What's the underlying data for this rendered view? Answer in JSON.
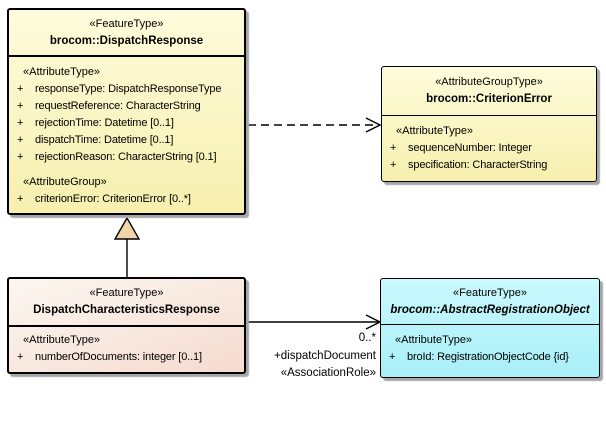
{
  "classes": {
    "dispatch_response": {
      "stereotype": "«FeatureType»",
      "name": "brocom::DispatchResponse",
      "sections": [
        {
          "label": "«AttributeType»",
          "attributes": [
            {
              "vis": "+",
              "text": "responseType: DispatchResponseType"
            },
            {
              "vis": "+",
              "text": "requestReference: CharacterString"
            },
            {
              "vis": "+",
              "text": "rejectionTime: Datetime [0..1]"
            },
            {
              "vis": "+",
              "text": "rejectionReason: CharacterString [0.1]"
            },
            {
              "vis": "+",
              "text": "dispatchTime: Datetime [0..1]"
            }
          ]
        },
        {
          "label": "«AttributeGroup»",
          "attributes": [
            {
              "vis": "+",
              "text": "criterionError: CriterionError [0..*]"
            }
          ]
        }
      ]
    },
    "criterion_error": {
      "stereotype": "«AttributeGroupType»",
      "name": "brocom::CriterionError",
      "sections": [
        {
          "label": "«AttributeType»",
          "attributes": [
            {
              "vis": "+",
              "text": "sequenceNumber: Integer"
            },
            {
              "vis": "+",
              "text": "specification: CharacterString"
            }
          ]
        }
      ]
    },
    "dispatch_characteristics_response": {
      "stereotype": "«FeatureType»",
      "name": "DispatchCharacteristicsResponse",
      "sections": [
        {
          "label": "«AttributeType»",
          "attributes": [
            {
              "vis": "+",
              "text": "numberOfDocuments: integer [0..1]"
            }
          ]
        }
      ]
    },
    "abstract_registration_object": {
      "stereotype": "«FeatureType»",
      "name": "brocom::AbstractRegistrationObject",
      "sections": [
        {
          "label": "«AttributeType»",
          "attributes": [
            {
              "vis": "+",
              "text": "broId: RegistrationObjectCode {id}"
            }
          ]
        }
      ]
    }
  },
  "association": {
    "multiplicity": "0..*",
    "role_name": "+dispatchDocument",
    "stereotype": "«AssociationRole»"
  },
  "colors": {
    "yellow_top": "#FEFCDC",
    "yellow_bottom": "#F7EFAE",
    "pink_top": "#FCF7F1",
    "pink_bottom": "#F5DBCF",
    "cyan_top": "#C9FAFE",
    "cyan_bottom": "#A9EFF8",
    "triangle_fill": "#F0D6A7",
    "border": "#000000",
    "shadow": "#A6A6A6"
  }
}
